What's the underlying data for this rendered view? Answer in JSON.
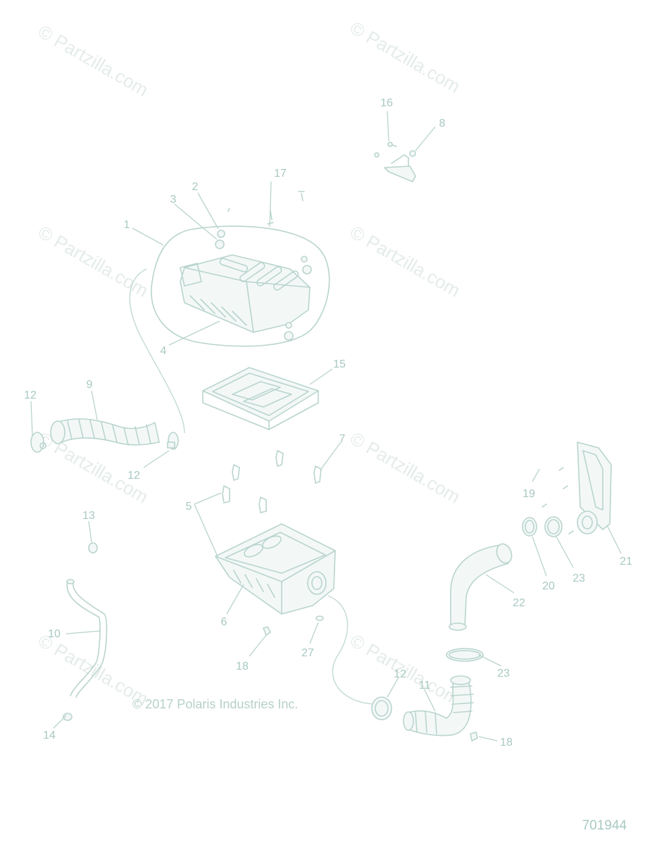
{
  "watermark": {
    "text": "© Partzilla.com"
  },
  "copyright": "© 2017 Polaris Industries Inc.",
  "drawing_number": "701944",
  "callouts": [
    "1",
    "2",
    "3",
    "4",
    "5",
    "6",
    "7",
    "8",
    "9",
    "10",
    "11",
    "12",
    "12",
    "12",
    "13",
    "14",
    "15",
    "16",
    "17",
    "18",
    "18",
    "19",
    "20",
    "21",
    "22",
    "23",
    "23",
    "27"
  ],
  "colors": {
    "line_art": "#b9d4ce",
    "labels": "#a8c9c2",
    "watermark": "#e4ecea"
  }
}
